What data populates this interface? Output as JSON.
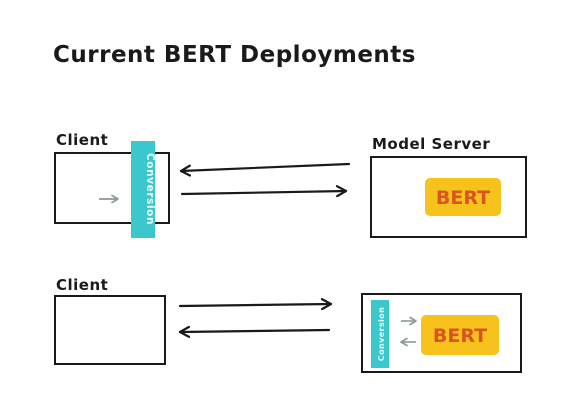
{
  "title": "Current BERT Deployments",
  "top": {
    "client_label": "Client",
    "server_label": "Model Server",
    "conversion_label": "Conversion",
    "model_label": "BERT"
  },
  "bottom": {
    "client_label": "Client",
    "conversion_label": "Conversion",
    "model_label": "BERT"
  },
  "colors": {
    "ink": "#1a1a1a",
    "conversion_bar": "#3ac8cc",
    "conversion_text": "#eaffff",
    "bert_box": "#f8c21c",
    "bert_text": "#d9541e",
    "small_arrow": "#8a9a92"
  }
}
